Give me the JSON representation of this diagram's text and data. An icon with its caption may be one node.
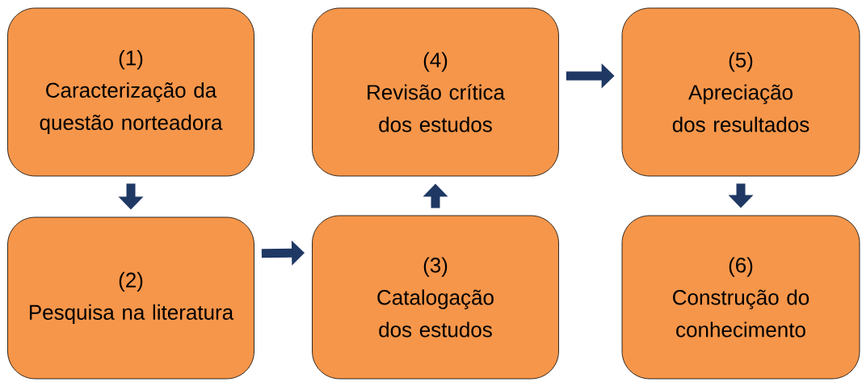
{
  "diagram": {
    "nodes": [
      {
        "text": [
          "(1)",
          "Caracterização da questão norteadora"
        ]
      },
      {
        "text": [
          "(2)",
          "Pesquisa na literatura"
        ]
      },
      {
        "text": [
          "(3)",
          "Catalogação dos estudos"
        ]
      },
      {
        "text": [
          "(4)",
          "Revisão crítica dos estudos"
        ]
      },
      {
        "text": [
          "(5)",
          "Apreciação dos resultados"
        ]
      },
      {
        "text": [
          "(6)",
          "Construção do conhecimento"
        ]
      }
    ],
    "edges": [
      {
        "from": 0,
        "to": 1,
        "arrow": "to"
      },
      {
        "from": 1,
        "to": 2,
        "arrow": "to"
      },
      {
        "from": 2,
        "to": 3,
        "arrow": "to"
      },
      {
        "from": 3,
        "to": 4,
        "arrow": "to"
      },
      {
        "from": 4,
        "to": 5,
        "arrow": "to"
      }
    ]
  }
}
